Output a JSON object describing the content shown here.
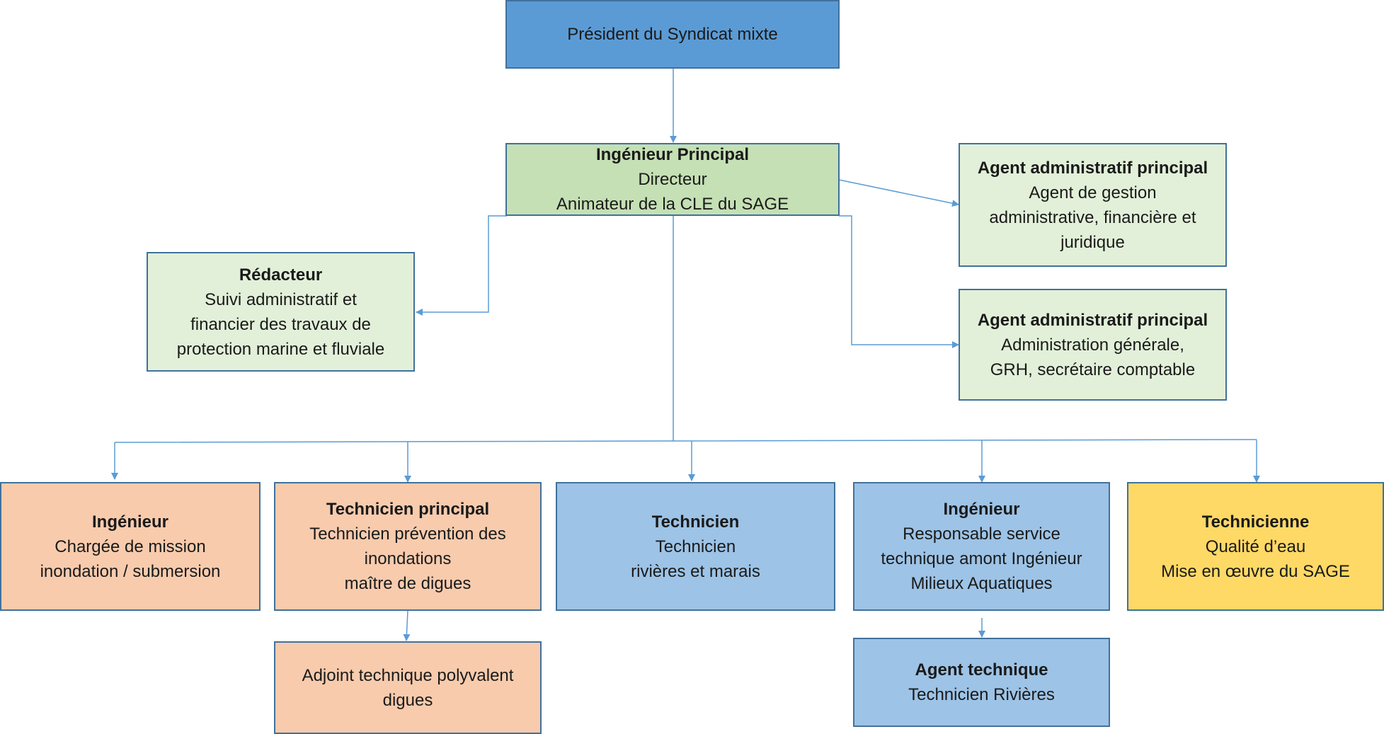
{
  "colors": {
    "border": "#41719c",
    "connector": "#5b9bd5",
    "president": "#5b9bd5",
    "director": "#c5e0b4",
    "admin": "#e2f0d9",
    "flood": "#f8cbad",
    "rivers": "#9dc3e6",
    "quality": "#ffd966"
  },
  "nodes": {
    "president": {
      "title": "",
      "lines": [
        "Président du Syndicat mixte"
      ]
    },
    "director": {
      "title": "Ingénieur Principal",
      "lines": [
        "Directeur",
        "Animateur de la CLE du SAGE"
      ]
    },
    "admin_management": {
      "title": "Agent administratif principal",
      "lines": [
        "Agent de gestion",
        "administrative, financière et",
        "juridique"
      ]
    },
    "redacteur": {
      "title": "Rédacteur",
      "lines": [
        "Suivi administratif et",
        "financier des travaux de",
        "protection marine et fluviale"
      ]
    },
    "admin_general": {
      "title": "Agent administratif principal",
      "lines": [
        "Administration générale,",
        "GRH, secrétaire comptable"
      ]
    },
    "engineer_flood": {
      "title": "Ingénieur",
      "lines": [
        "Chargée de mission",
        "inondation / submersion"
      ]
    },
    "tech_principal": {
      "title": "Technicien principal",
      "lines": [
        "Technicien prévention des",
        "inondations",
        "maître de digues"
      ]
    },
    "tech_rivers": {
      "title": "Technicien",
      "lines": [
        "Technicien",
        "rivières et marais"
      ]
    },
    "engineer_upstream": {
      "title": "Ingénieur",
      "lines": [
        "Responsable service",
        "technique amont Ingénieur",
        "Milieux Aquatiques"
      ]
    },
    "technicienne": {
      "title": "Technicienne",
      "lines": [
        "Qualité d’eau",
        "Mise en œuvre du SAGE"
      ]
    },
    "adjoint": {
      "title": "",
      "lines": [
        "Adjoint technique polyvalent",
        "digues"
      ]
    },
    "agent_tech": {
      "title": "Agent technique",
      "lines": [
        "Technicien Rivières"
      ]
    }
  }
}
